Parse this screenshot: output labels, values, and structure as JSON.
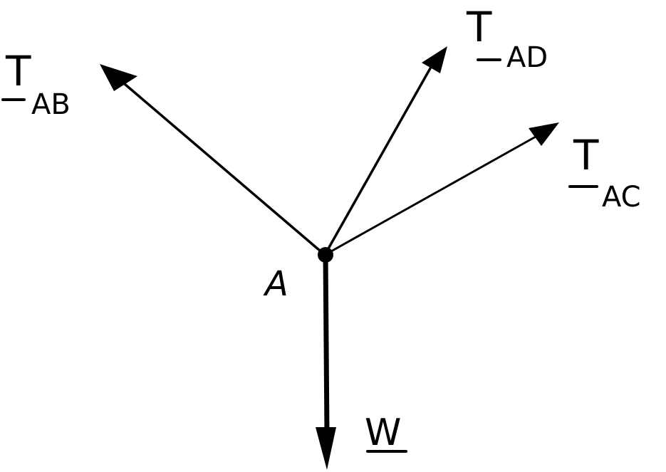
{
  "diagram": {
    "point": "A",
    "forces": [
      {
        "id": "ab",
        "symbol": "T",
        "subscript": "AB"
      },
      {
        "id": "ad",
        "symbol": "T",
        "subscript": "AD"
      },
      {
        "id": "ac",
        "symbol": "T",
        "subscript": "AC"
      },
      {
        "id": "w",
        "symbol": "W",
        "subscript": ""
      }
    ]
  },
  "colors": {
    "ink": "#000000",
    "background": "#ffffff"
  }
}
